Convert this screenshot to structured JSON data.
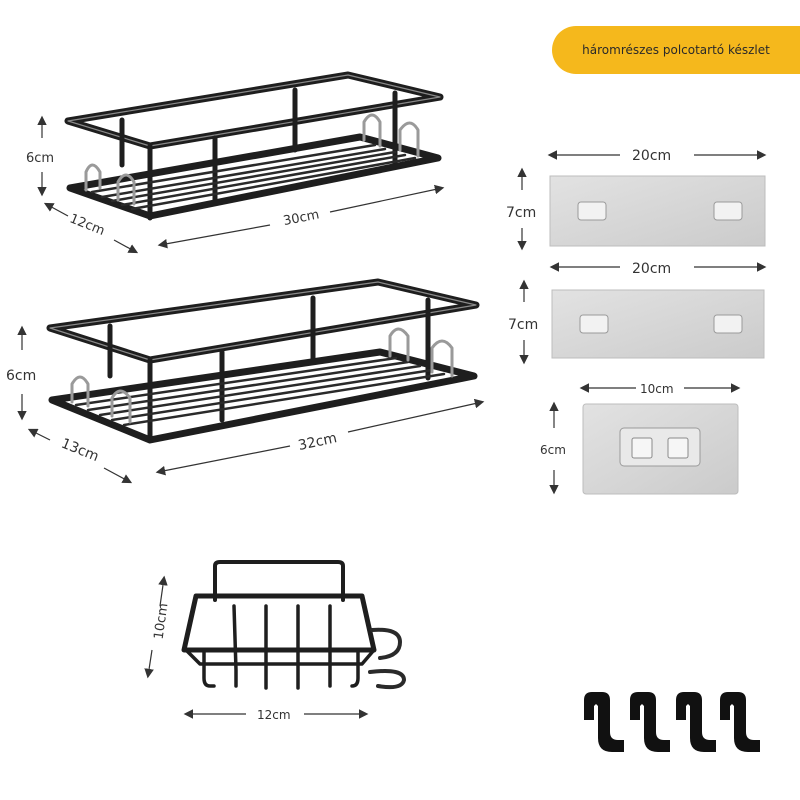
{
  "badge": {
    "text": "háromrészes polcotartó készlet"
  },
  "shelf_small": {
    "height": "6cm",
    "depth": "12cm",
    "length": "30cm"
  },
  "shelf_large": {
    "height": "6cm",
    "depth": "13cm",
    "length": "32cm"
  },
  "adhesive_1": {
    "width": "20cm",
    "height": "7cm"
  },
  "adhesive_2": {
    "width": "20cm",
    "height": "7cm"
  },
  "adhesive_3": {
    "width": "10cm",
    "height": "6cm"
  },
  "soap_holder": {
    "height": "10cm",
    "width": "12cm"
  },
  "hooks": {
    "count": 4
  },
  "colors": {
    "badge": "#f5b81c",
    "rack": "#1e1e1e",
    "plate": "#d8d8d8"
  }
}
